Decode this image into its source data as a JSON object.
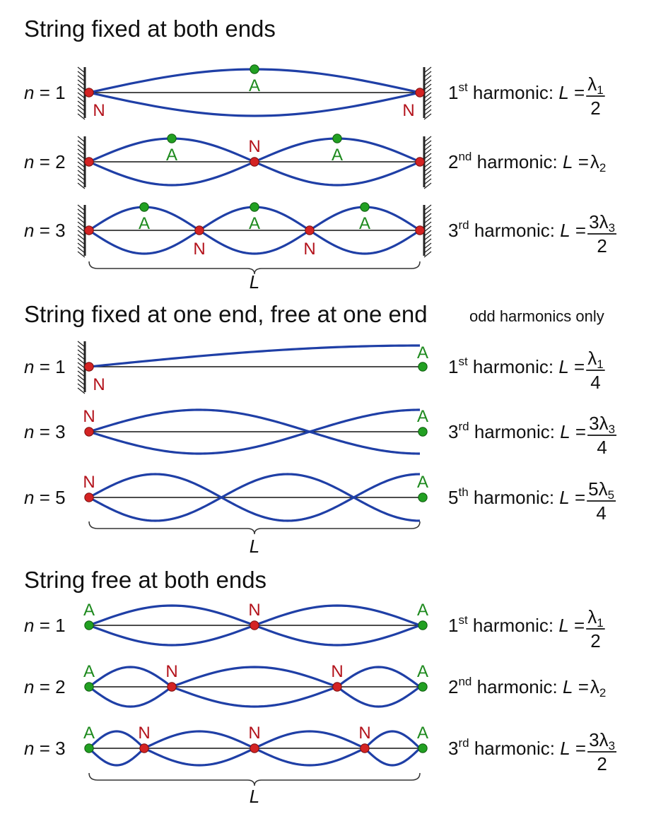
{
  "colors": {
    "wave": "#1f3fa6",
    "node": "#d42323",
    "antinode": "#22a022",
    "node_text": "#b3121b",
    "antinode_text": "#1e8a1e"
  },
  "markers": {
    "node": "N",
    "antinode": "A"
  },
  "length_label": "L",
  "sections": [
    {
      "title": "String fixed at both ends",
      "note": "",
      "boundary": "fixed-fixed",
      "rows": [
        {
          "n": "1",
          "ordinal": "1",
          "suffix": "st",
          "numerator": "λ",
          "numerator_coeff": "",
          "sub": "1",
          "denominator": "2"
        },
        {
          "n": "2",
          "ordinal": "2",
          "suffix": "nd",
          "numerator": "λ",
          "numerator_coeff": "",
          "sub": "2",
          "denominator": ""
        },
        {
          "n": "3",
          "ordinal": "3",
          "suffix": "rd",
          "numerator": "λ",
          "numerator_coeff": "3",
          "sub": "3",
          "denominator": "2"
        }
      ]
    },
    {
      "title": "String fixed at one end, free at one end",
      "note": "odd harmonics only",
      "boundary": "fixed-free",
      "rows": [
        {
          "n": "1",
          "ordinal": "1",
          "suffix": "st",
          "numerator": "λ",
          "numerator_coeff": "",
          "sub": "1",
          "denominator": "4"
        },
        {
          "n": "3",
          "ordinal": "3",
          "suffix": "rd",
          "numerator": "λ",
          "numerator_coeff": "3",
          "sub": "3",
          "denominator": "4"
        },
        {
          "n": "5",
          "ordinal": "5",
          "suffix": "th",
          "numerator": "λ",
          "numerator_coeff": "5",
          "sub": "5",
          "denominator": "4"
        }
      ]
    },
    {
      "title": "String free at both ends",
      "note": "",
      "boundary": "free-free",
      "rows": [
        {
          "n": "1",
          "ordinal": "1",
          "suffix": "st",
          "numerator": "λ",
          "numerator_coeff": "",
          "sub": "1",
          "denominator": "2"
        },
        {
          "n": "2",
          "ordinal": "2",
          "suffix": "nd",
          "numerator": "λ",
          "numerator_coeff": "",
          "sub": "2",
          "denominator": ""
        },
        {
          "n": "3",
          "ordinal": "3",
          "suffix": "rd",
          "numerator": "λ",
          "numerator_coeff": "3",
          "sub": "3",
          "denominator": "2"
        }
      ]
    }
  ]
}
